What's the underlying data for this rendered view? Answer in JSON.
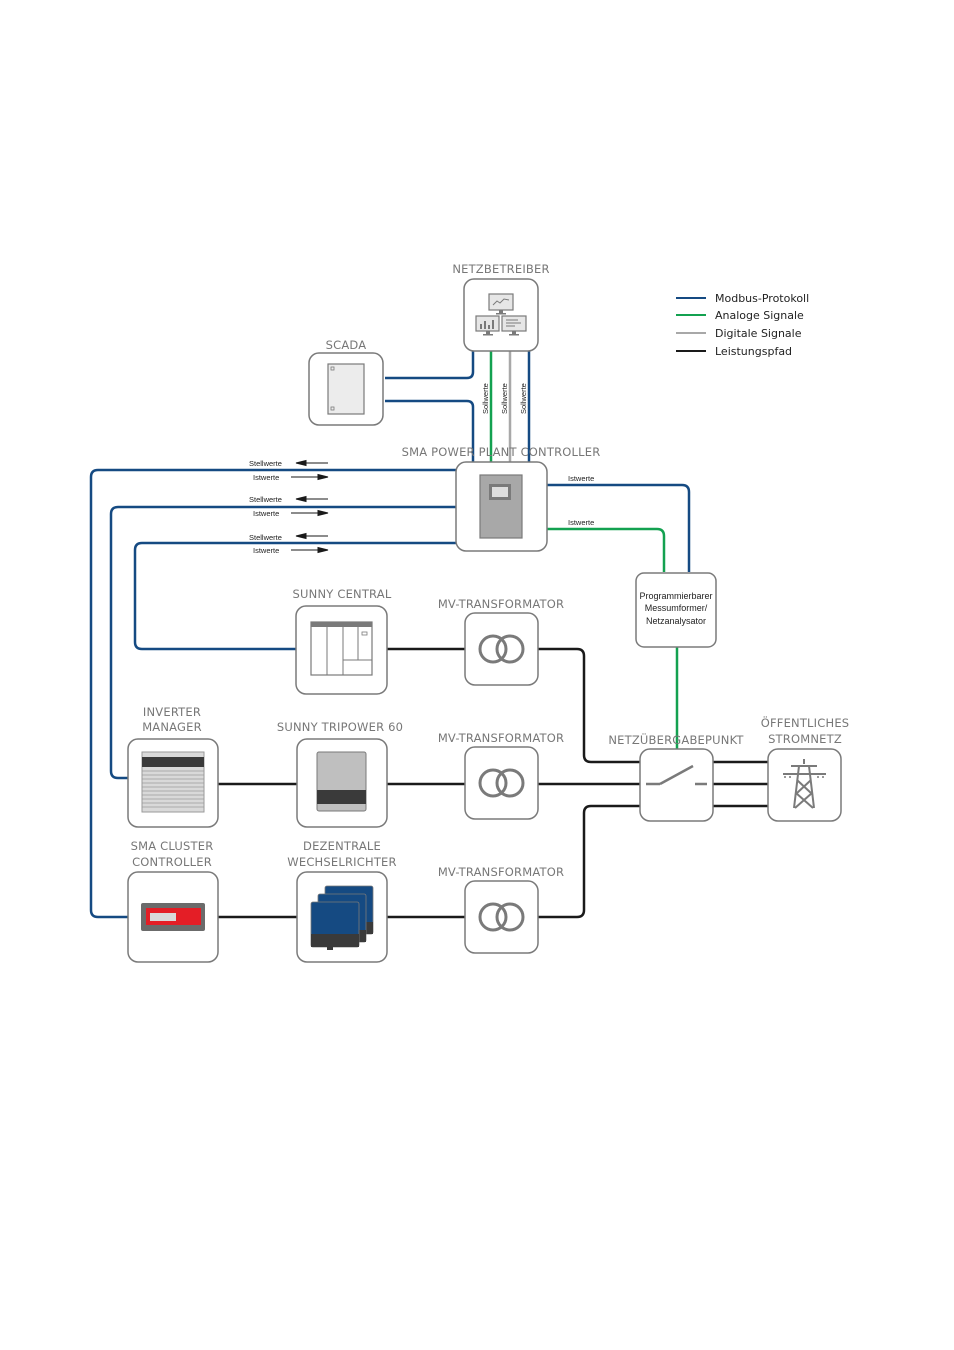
{
  "legend": {
    "items": [
      {
        "label": "Modbus-Protokoll",
        "color": "#154a82"
      },
      {
        "label": "Analoge Signale",
        "color": "#13a150"
      },
      {
        "label": "Digitale Signale",
        "color": "#a8a8a8"
      },
      {
        "label": "Leistungspfad",
        "color": "#1a1a1a"
      }
    ]
  },
  "nodes": {
    "netzbetreiber": "NETZBETREIBER",
    "scada": "SCADA",
    "power_plant_controller": "SMA POWER PLANT CONTROLLER",
    "sunny_central": "SUNNY CENTRAL",
    "mv_transformator_1": "MV-TRANSFORMATOR",
    "mv_transformator_2": "MV-TRANSFORMATOR",
    "mv_transformator_3": "MV-TRANSFORMATOR",
    "inverter_manager_line1": "INVERTER",
    "inverter_manager_line2": "MANAGER",
    "sunny_tripower": "SUNNY TRIPOWER 60",
    "cluster_controller_line1": "SMA CLUSTER",
    "cluster_controller_line2": "CONTROLLER",
    "dezentrale_line1": "DEZENTRALE",
    "dezentrale_line2": "WECHSELRICHTER",
    "netzuebergabepunkt": "NETZÜBERGABEPUNKT",
    "stromnetz_line1": "ÖFFENTLICHES",
    "stromnetz_line2": "STROMNETZ",
    "messumformer_line1": "Programmierbarer",
    "messumformer_line2": "Messumformer/",
    "messumformer_line3": "Netzanalysator"
  },
  "signals": {
    "sollwerte": "Sollwerte",
    "stellwerte": "Stellwerte",
    "istwerte": "Istwerte"
  }
}
